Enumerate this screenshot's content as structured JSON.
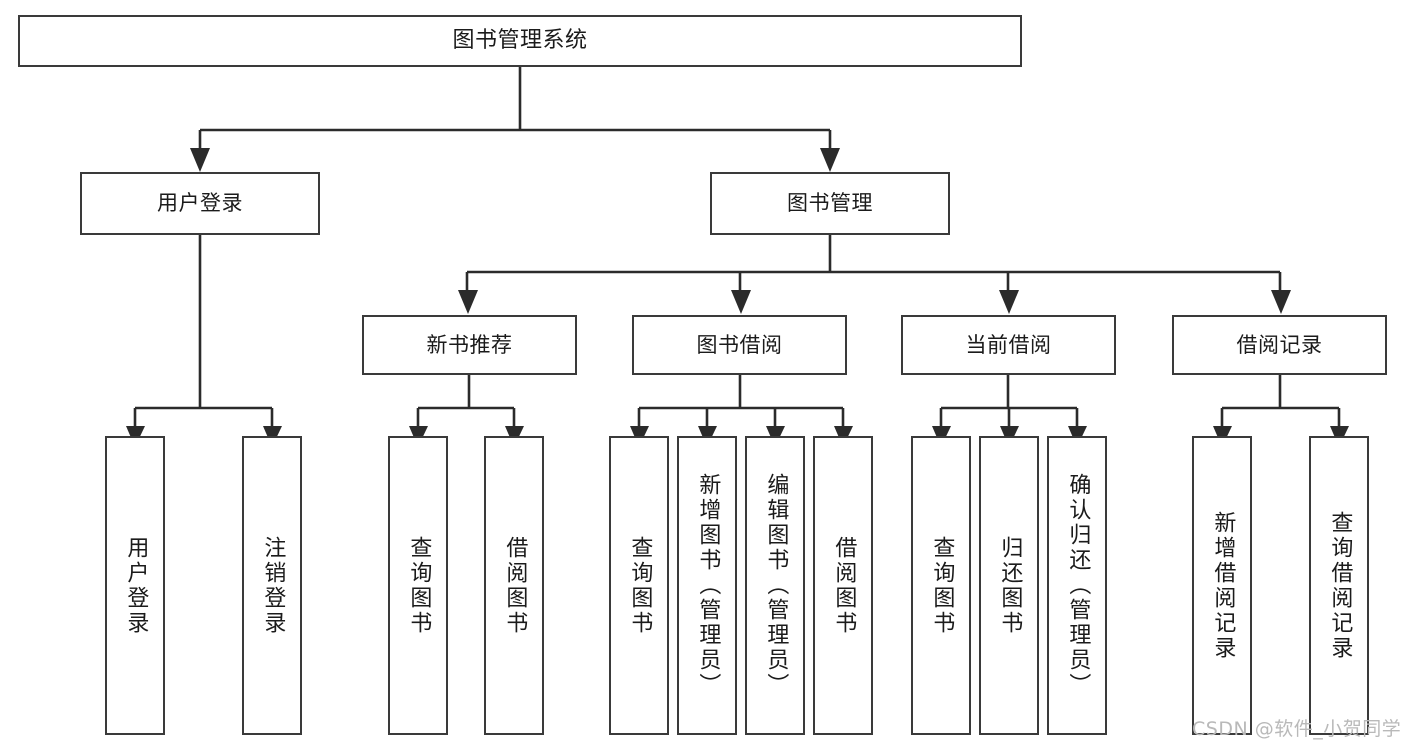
{
  "diagram": {
    "title": "图书管理系统",
    "type": "hierarchy-tree",
    "orientation": "top-down",
    "colors": {
      "box_border": "#3a3a3a",
      "box_fill": "#ffffff",
      "edge": "#2b2b2b",
      "text": "#1b1b1b",
      "watermark": "#b9b9b9",
      "background": "#ffffff"
    },
    "root": {
      "label": "图书管理系统"
    },
    "level2": [
      {
        "label": "用户登录"
      },
      {
        "label": "图书管理"
      }
    ],
    "level3": [
      {
        "label": "新书推荐"
      },
      {
        "label": "图书借阅"
      },
      {
        "label": "当前借阅"
      },
      {
        "label": "借阅记录"
      }
    ],
    "leaves": {
      "user_login": [
        {
          "label": "用户登录"
        },
        {
          "label": "注销登录"
        }
      ],
      "new_book_recommend": [
        {
          "label": "查询图书"
        },
        {
          "label": "借阅图书"
        }
      ],
      "book_borrow": [
        {
          "label": "查询图书"
        },
        {
          "label": "新增图书（管理员）"
        },
        {
          "label": "编辑图书（管理员）"
        },
        {
          "label": "借阅图书"
        }
      ],
      "current_borrow": [
        {
          "label": "查询图书"
        },
        {
          "label": "归还图书"
        },
        {
          "label": "确认归还（管理员）"
        }
      ],
      "borrow_records": [
        {
          "label": "新增借阅记录"
        },
        {
          "label": "查询借阅记录"
        }
      ]
    },
    "watermark": "CSDN @软件_小贺同学"
  }
}
